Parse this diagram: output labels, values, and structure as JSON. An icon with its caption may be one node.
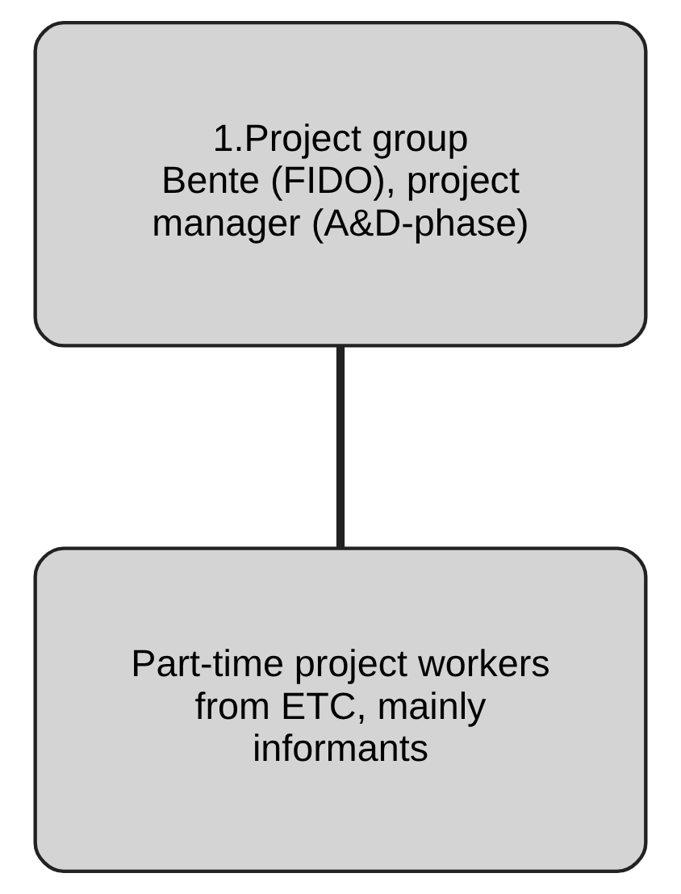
{
  "diagram": {
    "nodes": [
      {
        "text": [
          "1.Project group",
          "Bente (FIDO), project manager (A&D-phase)"
        ]
      },
      {
        "text": [
          "Part-time project workers from ETC, mainly informants"
        ]
      }
    ],
    "edges": [
      {
        "from": 0,
        "to": 1,
        "arrow": "none"
      }
    ]
  }
}
